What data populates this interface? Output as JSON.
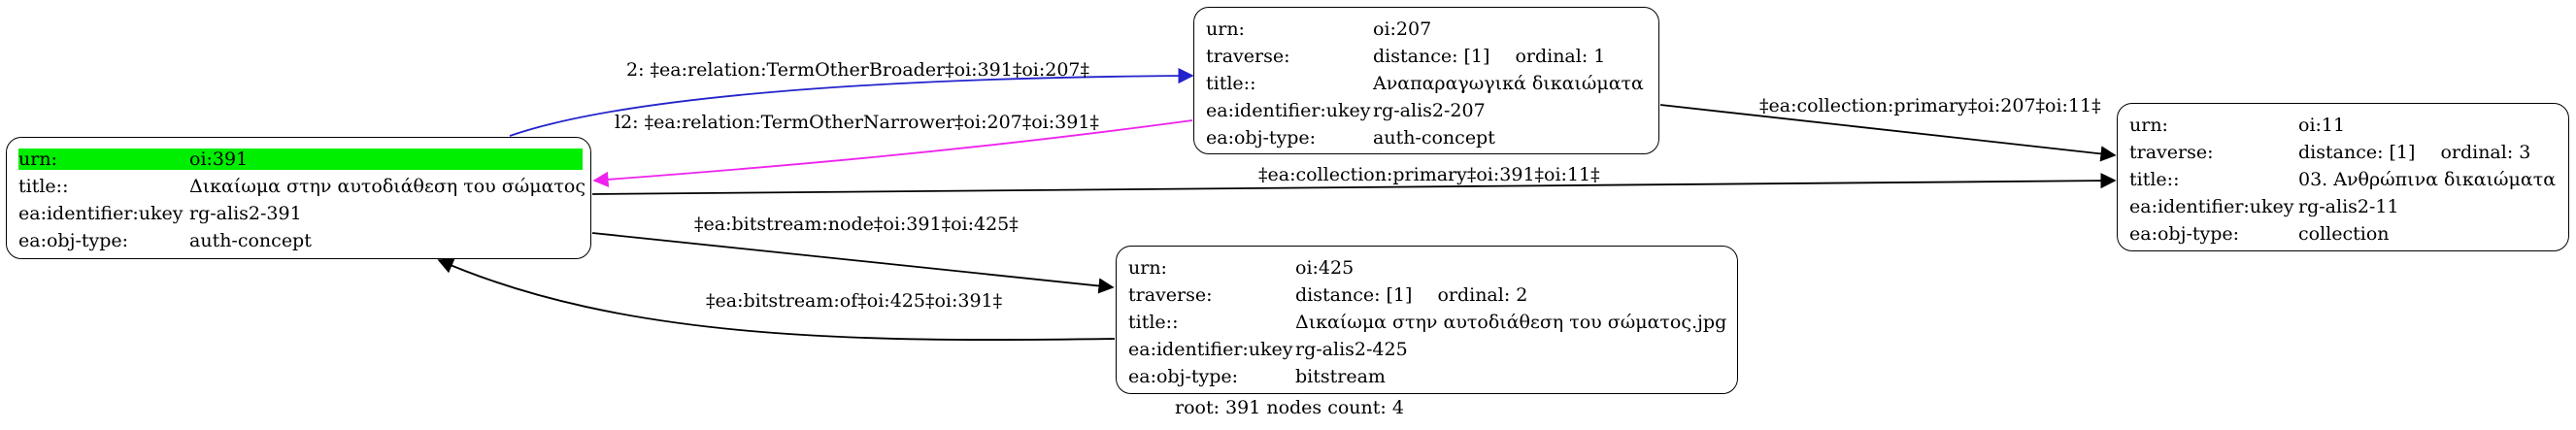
{
  "nodes": [
    {
      "id": "oi-391",
      "rows": [
        {
          "key": "urn:",
          "value": "oi:391",
          "highlight": true
        },
        {
          "key": "title::",
          "value": "Δικαίωμα στην αυτοδιάθεση του σώματος"
        },
        {
          "key": "ea:identifier:ukey",
          "value": "rg-alis2-391"
        },
        {
          "key": "ea:obj-type:",
          "value": "auth-concept"
        }
      ]
    },
    {
      "id": "oi-207",
      "rows": [
        {
          "key": "urn:",
          "value": "oi:207"
        },
        {
          "key": "traverse:",
          "value": "distance: [1]",
          "extra": "ordinal: 1"
        },
        {
          "key": "title::",
          "value": "Αναπαραγωγικά δικαιώματα"
        },
        {
          "key": "ea:identifier:ukey",
          "value": "rg-alis2-207"
        },
        {
          "key": "ea:obj-type:",
          "value": "auth-concept"
        }
      ]
    },
    {
      "id": "oi-425",
      "rows": [
        {
          "key": "urn:",
          "value": "oi:425"
        },
        {
          "key": "traverse:",
          "value": "distance: [1]",
          "extra": "ordinal: 2"
        },
        {
          "key": "title::",
          "value": "Δικαίωμα στην αυτοδιάθεση του σώματος.jpg"
        },
        {
          "key": "ea:identifier:ukey",
          "value": "rg-alis2-425"
        },
        {
          "key": "ea:obj-type:",
          "value": "bitstream"
        }
      ]
    },
    {
      "id": "oi-11",
      "rows": [
        {
          "key": "urn:",
          "value": "oi:11"
        },
        {
          "key": "traverse:",
          "value": "distance: [1]",
          "extra": "ordinal: 3"
        },
        {
          "key": "title::",
          "value": "03. Ανθρώπινα δικαιώματα"
        },
        {
          "key": "ea:identifier:ukey",
          "value": "rg-alis2-11"
        },
        {
          "key": "ea:obj-type:",
          "value": "collection"
        }
      ]
    }
  ],
  "edges": [
    {
      "id": "e-391-207",
      "label": "2: ‡ea:relation:TermOtherBroader‡oi:391‡oi:207‡",
      "color": "#2222cc"
    },
    {
      "id": "e-207-391",
      "label": "l2: ‡ea:relation:TermOtherNarrower‡oi:207‡oi:391‡",
      "color": "#ee22ee"
    },
    {
      "id": "e-207-11",
      "label": "‡ea:collection:primary‡oi:207‡oi:11‡",
      "color": "#000000"
    },
    {
      "id": "e-391-11",
      "label": "‡ea:collection:primary‡oi:391‡oi:11‡",
      "color": "#000000"
    },
    {
      "id": "e-391-425",
      "label": "‡ea:bitstream:node‡oi:391‡oi:425‡",
      "color": "#000000"
    },
    {
      "id": "e-425-391",
      "label": "‡ea:bitstream:of‡oi:425‡oi:391‡",
      "color": "#000000"
    }
  ],
  "footer": {
    "root": "root: 391 nodes count: 4"
  },
  "colors": {
    "highlight": "#00ee00",
    "stroke": "#000000"
  }
}
